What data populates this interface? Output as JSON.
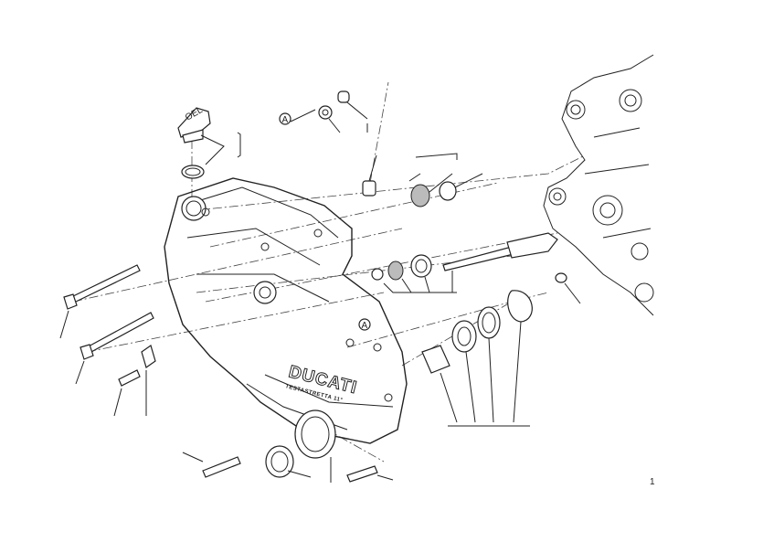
{
  "diagram": {
    "callouts": {
      "ref_a_top": "A",
      "ref_a_cover": "A"
    },
    "oil_cap_text": "OEL",
    "cover_brand": "DUCATI",
    "cover_subtitle": "TESTASTRETTA 11°",
    "page_number": "1"
  }
}
